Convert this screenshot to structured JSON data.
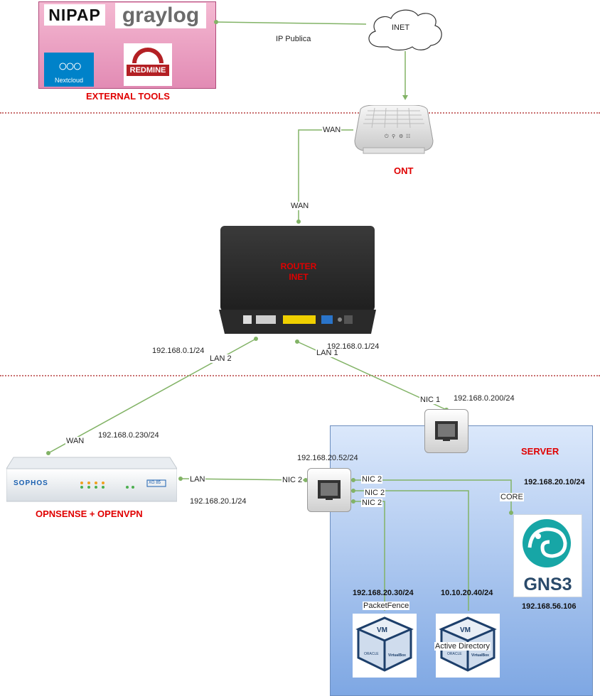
{
  "zones": {
    "external_tools": {
      "title": "EXTERNAL TOOLS",
      "logos": {
        "nipap": "NIPAP",
        "graylog": "graylog",
        "nextcloud": "Nextcloud",
        "redmine": "REDMINE"
      },
      "background": "#e9a3c4"
    },
    "server": {
      "title": "SERVER",
      "background": "#a9c4ee"
    }
  },
  "nodes": {
    "inet": {
      "label": "INET"
    },
    "ont": {
      "title": "ONT"
    },
    "router": {
      "line1": "ROUTER",
      "line2": "INET"
    },
    "firewall": {
      "title": "OPNSENSE + OPENVPN",
      "brand": "SOPHOS",
      "model": "XG 85"
    },
    "switch_nic": {
      "ip": "192.168.20.52/24"
    },
    "server_nic": {
      "ip": "192.168.0.200/24"
    },
    "gns3": {
      "label": "GNS3",
      "ip": "192.168.56.106"
    },
    "packetfence": {
      "name": "PacketFence",
      "ip": "192.168.20.30/24",
      "vendor": "ORACLE",
      "product": "VirtualBox"
    },
    "active_directory": {
      "name": "Active Directory",
      "ip": "10.10.20.40/24",
      "vendor": "ORACLE",
      "product": "VirtualBox"
    }
  },
  "links": {
    "ip_publica": "IP Publica",
    "ont_wan": "WAN",
    "router_wan": "WAN",
    "lan2": "LAN 2",
    "lan2_ip": "192.168.0.1/24",
    "lan1": "LAN 1",
    "lan1_ip": "192.168.0.1/24",
    "nic1": "NIC 1",
    "fw_wan": "WAN",
    "fw_wan_ip": "192.168.0.230/24",
    "fw_lan": "LAN",
    "fw_lan_ip": "192.168.20.1/24",
    "nic2_left": "NIC 2",
    "nic2_a": "NIC 2",
    "nic2_b": "NIC 2",
    "nic2_c": "NIC 2",
    "core": "CORE",
    "core_ip": "192.168.20.10/24"
  },
  "colors": {
    "link": "#82b366",
    "accent_red": "#e00000",
    "separator": "#c97070"
  }
}
